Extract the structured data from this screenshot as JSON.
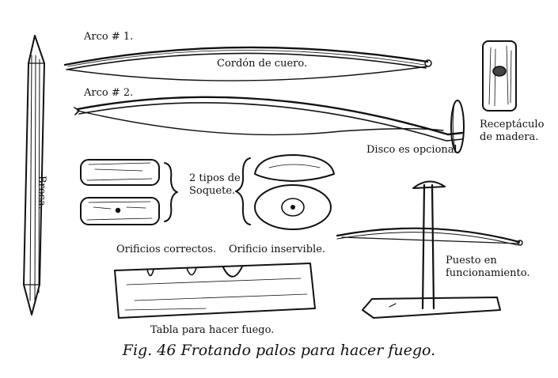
{
  "labels": {
    "arco1": "Arco # 1.",
    "cordon": "Cordón de cuero.",
    "arco2": "Arco # 2.",
    "disco": "Disco es opcional.",
    "receptaculo": "Receptáculo\nde madera.",
    "broca": "Broca.",
    "soquete": "2 tipos de\nSoquete.",
    "orificios_correctos": "Orificios correctos.",
    "orificio_inservible": "Orificio inservible.",
    "puesto": "Puesto en\nfuncionamiento.",
    "tabla": "Tabla para hacer fuego."
  },
  "caption": "Fig. 46 Frotando palos para hacer fuego.",
  "colors": {
    "ink": "#111111",
    "paper": "#ffffff"
  }
}
